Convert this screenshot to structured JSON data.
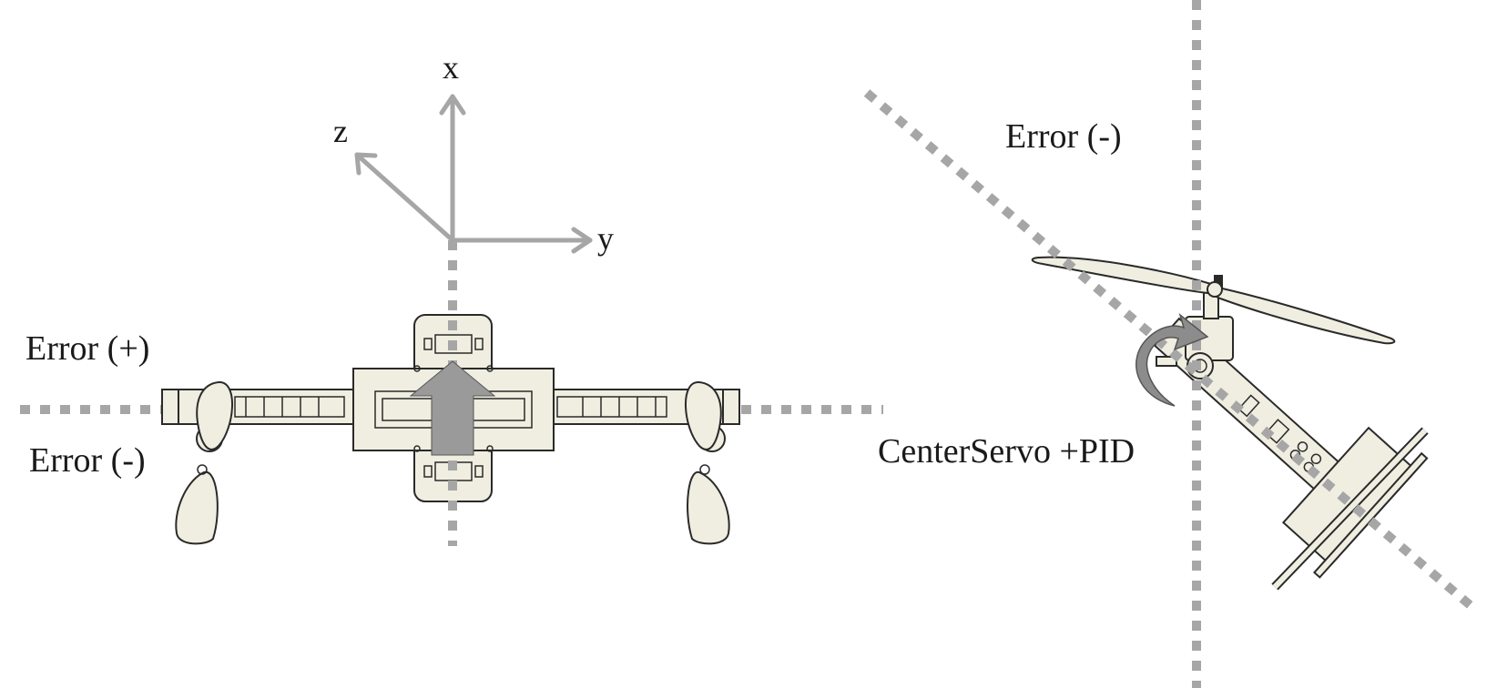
{
  "axes": {
    "x_label": "x",
    "y_label": "y",
    "z_label": "z"
  },
  "left_panel": {
    "error_plus": "Error (+)",
    "error_minus": "Error (-)"
  },
  "right_panel": {
    "error_minus": "Error (-)",
    "servo_label": "CenterServo +PID"
  },
  "colors": {
    "guide_line": "#a6a6a6",
    "arrow": "#9a9a9a",
    "part_fill": "#efeee0",
    "outline": "#2a2a2a"
  }
}
